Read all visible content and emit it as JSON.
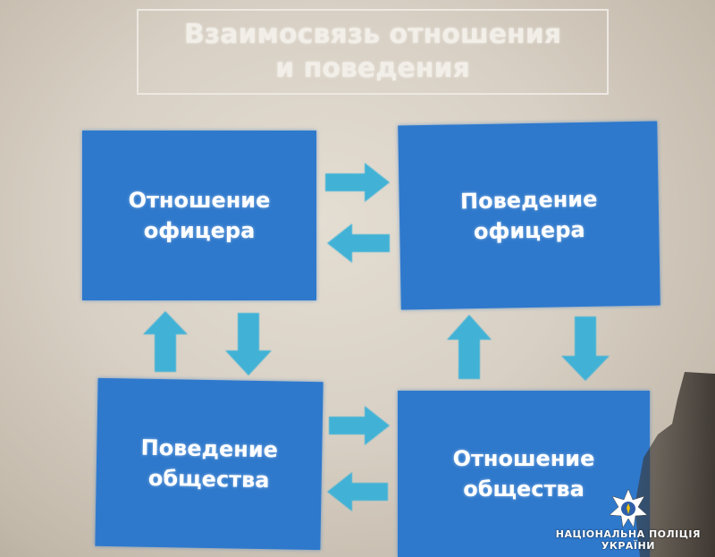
{
  "title": {
    "line1": "Взаимосвязь отношения",
    "line2": "и поведения"
  },
  "boxes": {
    "top_left": {
      "line1": "Отношение",
      "line2": "офицера"
    },
    "top_right": {
      "line1": "Поведение",
      "line2": "офицера"
    },
    "bottom_left": {
      "line1": "Поведение",
      "line2": "общества"
    },
    "bottom_right": {
      "line1": "Отношение",
      "line2": "общества"
    }
  },
  "arrow_color": "#41b2d6",
  "box_color": "#2f79cc",
  "watermark": {
    "line1": "НАЦІОНАЛЬНА ПОЛІЦІЯ",
    "line2": "УКРАЇНИ",
    "icon": "police-star-icon"
  }
}
